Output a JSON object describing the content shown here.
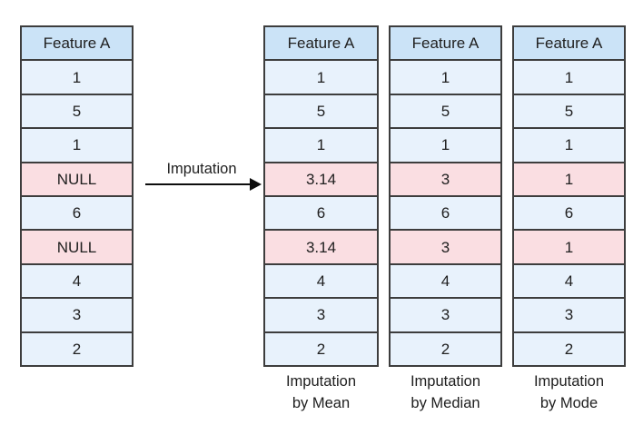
{
  "colors": {
    "header_bg": "#cbe3f7",
    "cell_bg": "#e8f2fc",
    "missing_bg": "#fadee2",
    "border": "#3d3d3d",
    "text": "#202020"
  },
  "arrow": {
    "label": "Imputation"
  },
  "source_table": {
    "header": "Feature A",
    "rows": [
      {
        "value": "1",
        "missing": false
      },
      {
        "value": "5",
        "missing": false
      },
      {
        "value": "1",
        "missing": false
      },
      {
        "value": "NULL",
        "missing": true
      },
      {
        "value": "6",
        "missing": false
      },
      {
        "value": "NULL",
        "missing": true
      },
      {
        "value": "4",
        "missing": false
      },
      {
        "value": "3",
        "missing": false
      },
      {
        "value": "2",
        "missing": false
      }
    ]
  },
  "mean_table": {
    "header": "Feature A",
    "caption_line1": "Imputation",
    "caption_line2": "by Mean",
    "rows": [
      {
        "value": "1",
        "missing": false
      },
      {
        "value": "5",
        "missing": false
      },
      {
        "value": "1",
        "missing": false
      },
      {
        "value": "3.14",
        "missing": true
      },
      {
        "value": "6",
        "missing": false
      },
      {
        "value": "3.14",
        "missing": true
      },
      {
        "value": "4",
        "missing": false
      },
      {
        "value": "3",
        "missing": false
      },
      {
        "value": "2",
        "missing": false
      }
    ]
  },
  "median_table": {
    "header": "Feature A",
    "caption_line1": "Imputation",
    "caption_line2": "by Median",
    "rows": [
      {
        "value": "1",
        "missing": false
      },
      {
        "value": "5",
        "missing": false
      },
      {
        "value": "1",
        "missing": false
      },
      {
        "value": "3",
        "missing": true
      },
      {
        "value": "6",
        "missing": false
      },
      {
        "value": "3",
        "missing": true
      },
      {
        "value": "4",
        "missing": false
      },
      {
        "value": "3",
        "missing": false
      },
      {
        "value": "2",
        "missing": false
      }
    ]
  },
  "mode_table": {
    "header": "Feature A",
    "caption_line1": "Imputation",
    "caption_line2": "by Mode",
    "rows": [
      {
        "value": "1",
        "missing": false
      },
      {
        "value": "5",
        "missing": false
      },
      {
        "value": "1",
        "missing": false
      },
      {
        "value": "1",
        "missing": true
      },
      {
        "value": "6",
        "missing": false
      },
      {
        "value": "1",
        "missing": true
      },
      {
        "value": "4",
        "missing": false
      },
      {
        "value": "3",
        "missing": false
      },
      {
        "value": "2",
        "missing": false
      }
    ]
  }
}
